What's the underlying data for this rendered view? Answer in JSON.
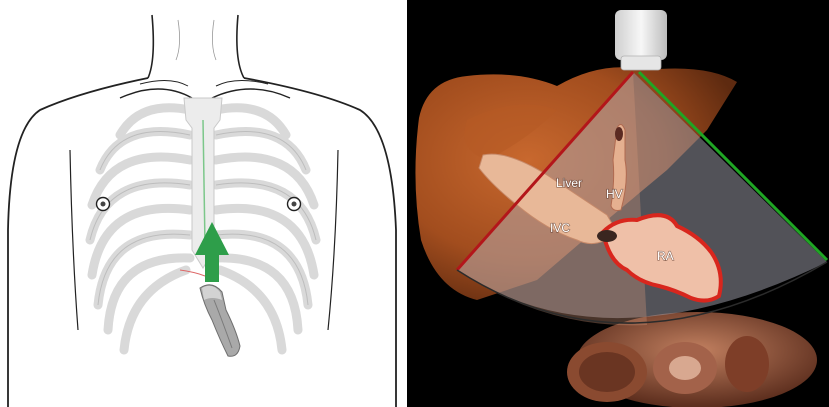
{
  "labels": {
    "liver": "Liver",
    "hv": "HV",
    "ivc": "IVC",
    "ra": "RA"
  },
  "colors": {
    "probe_arrow": "#2e9e4a",
    "sector_left_edge": "#b3161a",
    "sector_right_edge": "#1fa524",
    "heart_outline": "#d8261d",
    "liver_tissue": "#a5501f"
  },
  "icons": {
    "left_illustration": "chest-ribcage-with-probe",
    "probe": "ultrasound-probe-icon",
    "arrow": "arrow-up-icon"
  }
}
